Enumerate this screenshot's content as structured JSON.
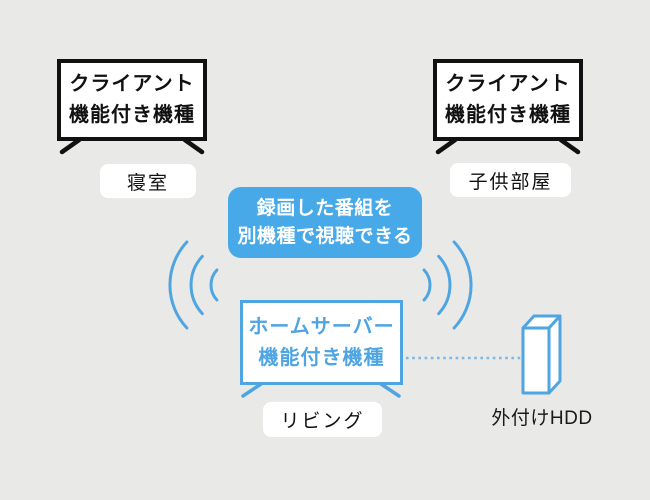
{
  "colors": {
    "bg": "#e9e9e7",
    "accent_blue": "#47a9e8",
    "line_blue": "#4fa5e2",
    "dotted_blue": "#79b8e8",
    "ink": "#111111",
    "white": "#ffffff"
  },
  "nodes": {
    "bedroom_tv": {
      "line1": "クライアント",
      "line2": "機能付き機種",
      "room": "寝室"
    },
    "kids_tv": {
      "line1": "クライアント",
      "line2": "機能付き機種",
      "room": "子供部屋"
    },
    "server_tv": {
      "line1": "ホームサーバー",
      "line2": "機能付き機種",
      "room": "リビング"
    },
    "hdd": {
      "label": "外付けHDD"
    }
  },
  "callout": {
    "line1": "録画した番組を",
    "line2": "別機種で視聴できる"
  },
  "icons": {
    "left_signal": "wifi-signal-icon",
    "right_signal": "wifi-signal-icon",
    "hdd_connection": "dotted-line-connector",
    "tv_stand": "tv-stand-feet"
  }
}
